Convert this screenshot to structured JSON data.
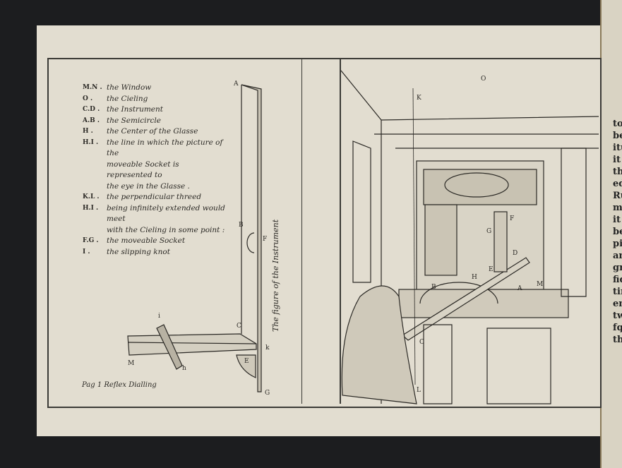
{
  "legend": [
    {
      "key": "M.N .",
      "text": "the Window"
    },
    {
      "key": "O .",
      "text": "the Cieling"
    },
    {
      "key": "C.D .",
      "text": "the Instrument"
    },
    {
      "key": "A.B .",
      "text": "the Semicircle"
    },
    {
      "key": "H .",
      "text": "the Center of the Glasse"
    },
    {
      "key": "H.I .",
      "text": "the line in which the picture of the"
    },
    {
      "key": "",
      "text": "moveable Socket is represented to"
    },
    {
      "key": "",
      "text": "the eye in the Glasse ."
    },
    {
      "key": "K.L .",
      "text": "the perpendicular threed"
    },
    {
      "key": "H.I .",
      "text": "being infinitely extended would meet"
    },
    {
      "key": "",
      "text": "with the Cieling in some point :"
    },
    {
      "key": "F.G .",
      "text": "the moveable Socket"
    },
    {
      "key": "I .",
      "text": "the slipping knot"
    }
  ],
  "figure_title": "The figure of the Instrument",
  "caption": "Pag 1 Reflex Dialling",
  "instrument_labels": {
    "A": "A",
    "B": "B",
    "F": "F",
    "C": "C",
    "k": "k",
    "E": "E",
    "G": "G",
    "i": "i",
    "h": "h",
    "M": "M"
  },
  "scene_labels": {
    "O": "O",
    "K": "K",
    "M": "M",
    "A": "A",
    "B": "B",
    "H": "H",
    "F": "F",
    "G": "G",
    "D": "D",
    "E": "E",
    "C": "C",
    "L": "L"
  },
  "adjacent_page_fragments": [
    "to",
    "be",
    "itu",
    "it",
    "th",
    "ed",
    "Ru",
    "me",
    "it",
    "be",
    "pic",
    "an",
    "gre",
    "fid",
    "tin",
    "en",
    "tw",
    "fq",
    "th"
  ]
}
